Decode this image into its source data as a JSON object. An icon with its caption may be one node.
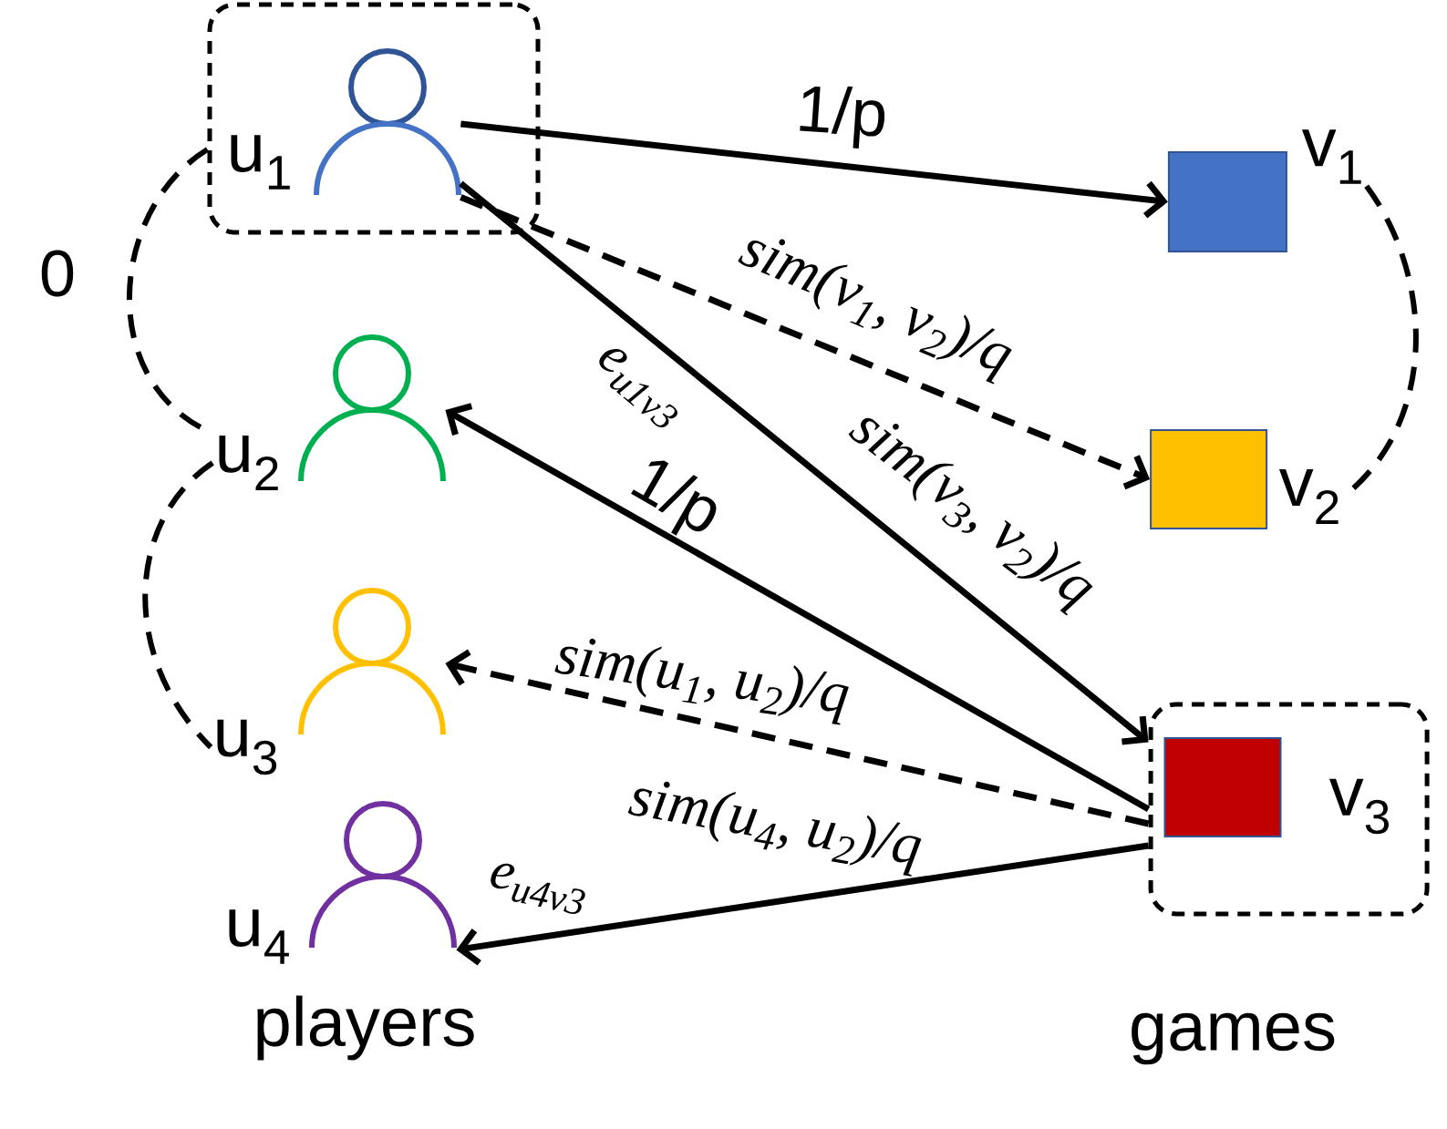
{
  "diagram": {
    "nodes": [
      {
        "text": [],
        "shape": "box"
      },
      {
        "text": [],
        "shape": "person",
        "beside": [
          "u$_{1}$"
        ],
        "in": 0
      },
      {
        "text": [],
        "shape": "person",
        "beside": [
          "u$_{2}$"
        ]
      },
      {
        "text": [],
        "shape": "person",
        "beside": [
          "u$_{3}$"
        ]
      },
      {
        "text": [],
        "shape": "person",
        "beside": [
          "u$_{4}$"
        ]
      },
      {
        "text": [],
        "shape": "box",
        "beside": [
          "v$_{1}$"
        ]
      },
      {
        "text": [],
        "shape": "box",
        "beside": [
          "v$_{2}$"
        ]
      },
      {
        "text": [],
        "shape": "box"
      },
      {
        "text": [],
        "shape": "box",
        "beside": [
          "v$_{3}$"
        ],
        "in": 7
      }
    ],
    "edges": [
      {
        "from": 1,
        "to": 5,
        "arrow": "to",
        "label": "1/p"
      },
      {
        "from": 1,
        "to": 6,
        "arrow": "to",
        "style": "dashed",
        "label": "sim(v$_{1}$, v$_{2}$)/q"
      },
      {
        "from": 1,
        "to": 7,
        "arrow": "to",
        "label": "e$_{u1v3}$"
      },
      {
        "from": 7,
        "to": 2,
        "arrow": "to",
        "label": "1/p"
      },
      {
        "from": 7,
        "to": 3,
        "arrow": "to",
        "style": "dashed",
        "label": "sim(u$_{1}$, u$_{2}$)/q"
      },
      {
        "from": 7,
        "to": 4,
        "arrow": "to",
        "label": "e$_{u4v3}$"
      },
      {
        "from": 0,
        "to": 2,
        "arrow": "none",
        "style": "dashed",
        "label": "0"
      },
      {
        "from": 2,
        "to": 3,
        "arrow": "none",
        "style": "dashed"
      },
      {
        "from": 5,
        "to": 6,
        "arrow": "none",
        "style": "dashed"
      }
    ],
    "labels": [
      "sim(v$_{3}$, v$_{2}$)/q",
      "sim(u$_{4}$, u$_{2}$)/q",
      "players",
      "games"
    ]
  }
}
